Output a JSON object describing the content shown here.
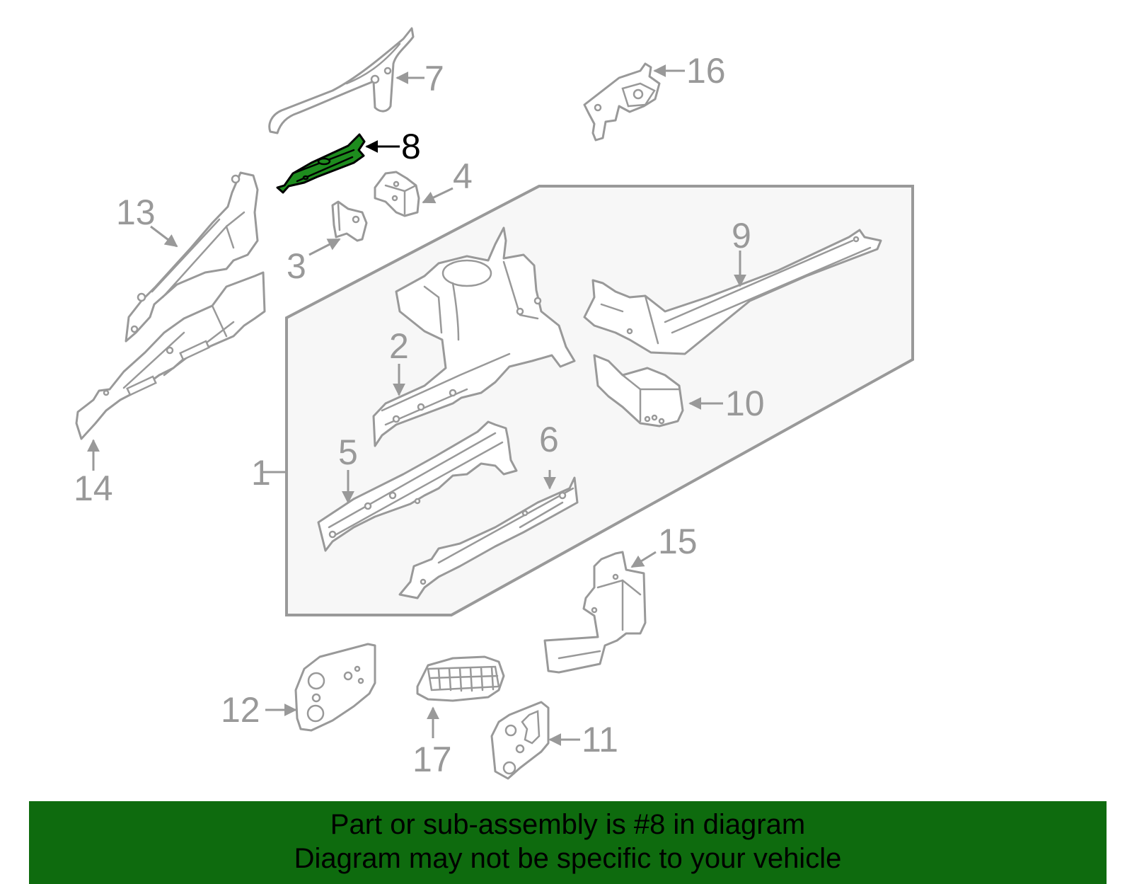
{
  "diagram": {
    "highlighted_part": "8",
    "group_box_label": "1",
    "callouts": [
      "1",
      "2",
      "3",
      "4",
      "5",
      "6",
      "7",
      "8",
      "9",
      "10",
      "11",
      "12",
      "13",
      "14",
      "15",
      "16",
      "17"
    ],
    "colors": {
      "line_gray": "#999999",
      "highlight_fill": "#1e8c1e",
      "highlight_text": "#000000",
      "group_box_fill": "#f7f7f7"
    }
  },
  "banner": {
    "line1": "Part or sub-assembly is #8 in diagram",
    "line2": "Diagram may not be specific to your vehicle",
    "background": "#0e6b0e"
  }
}
